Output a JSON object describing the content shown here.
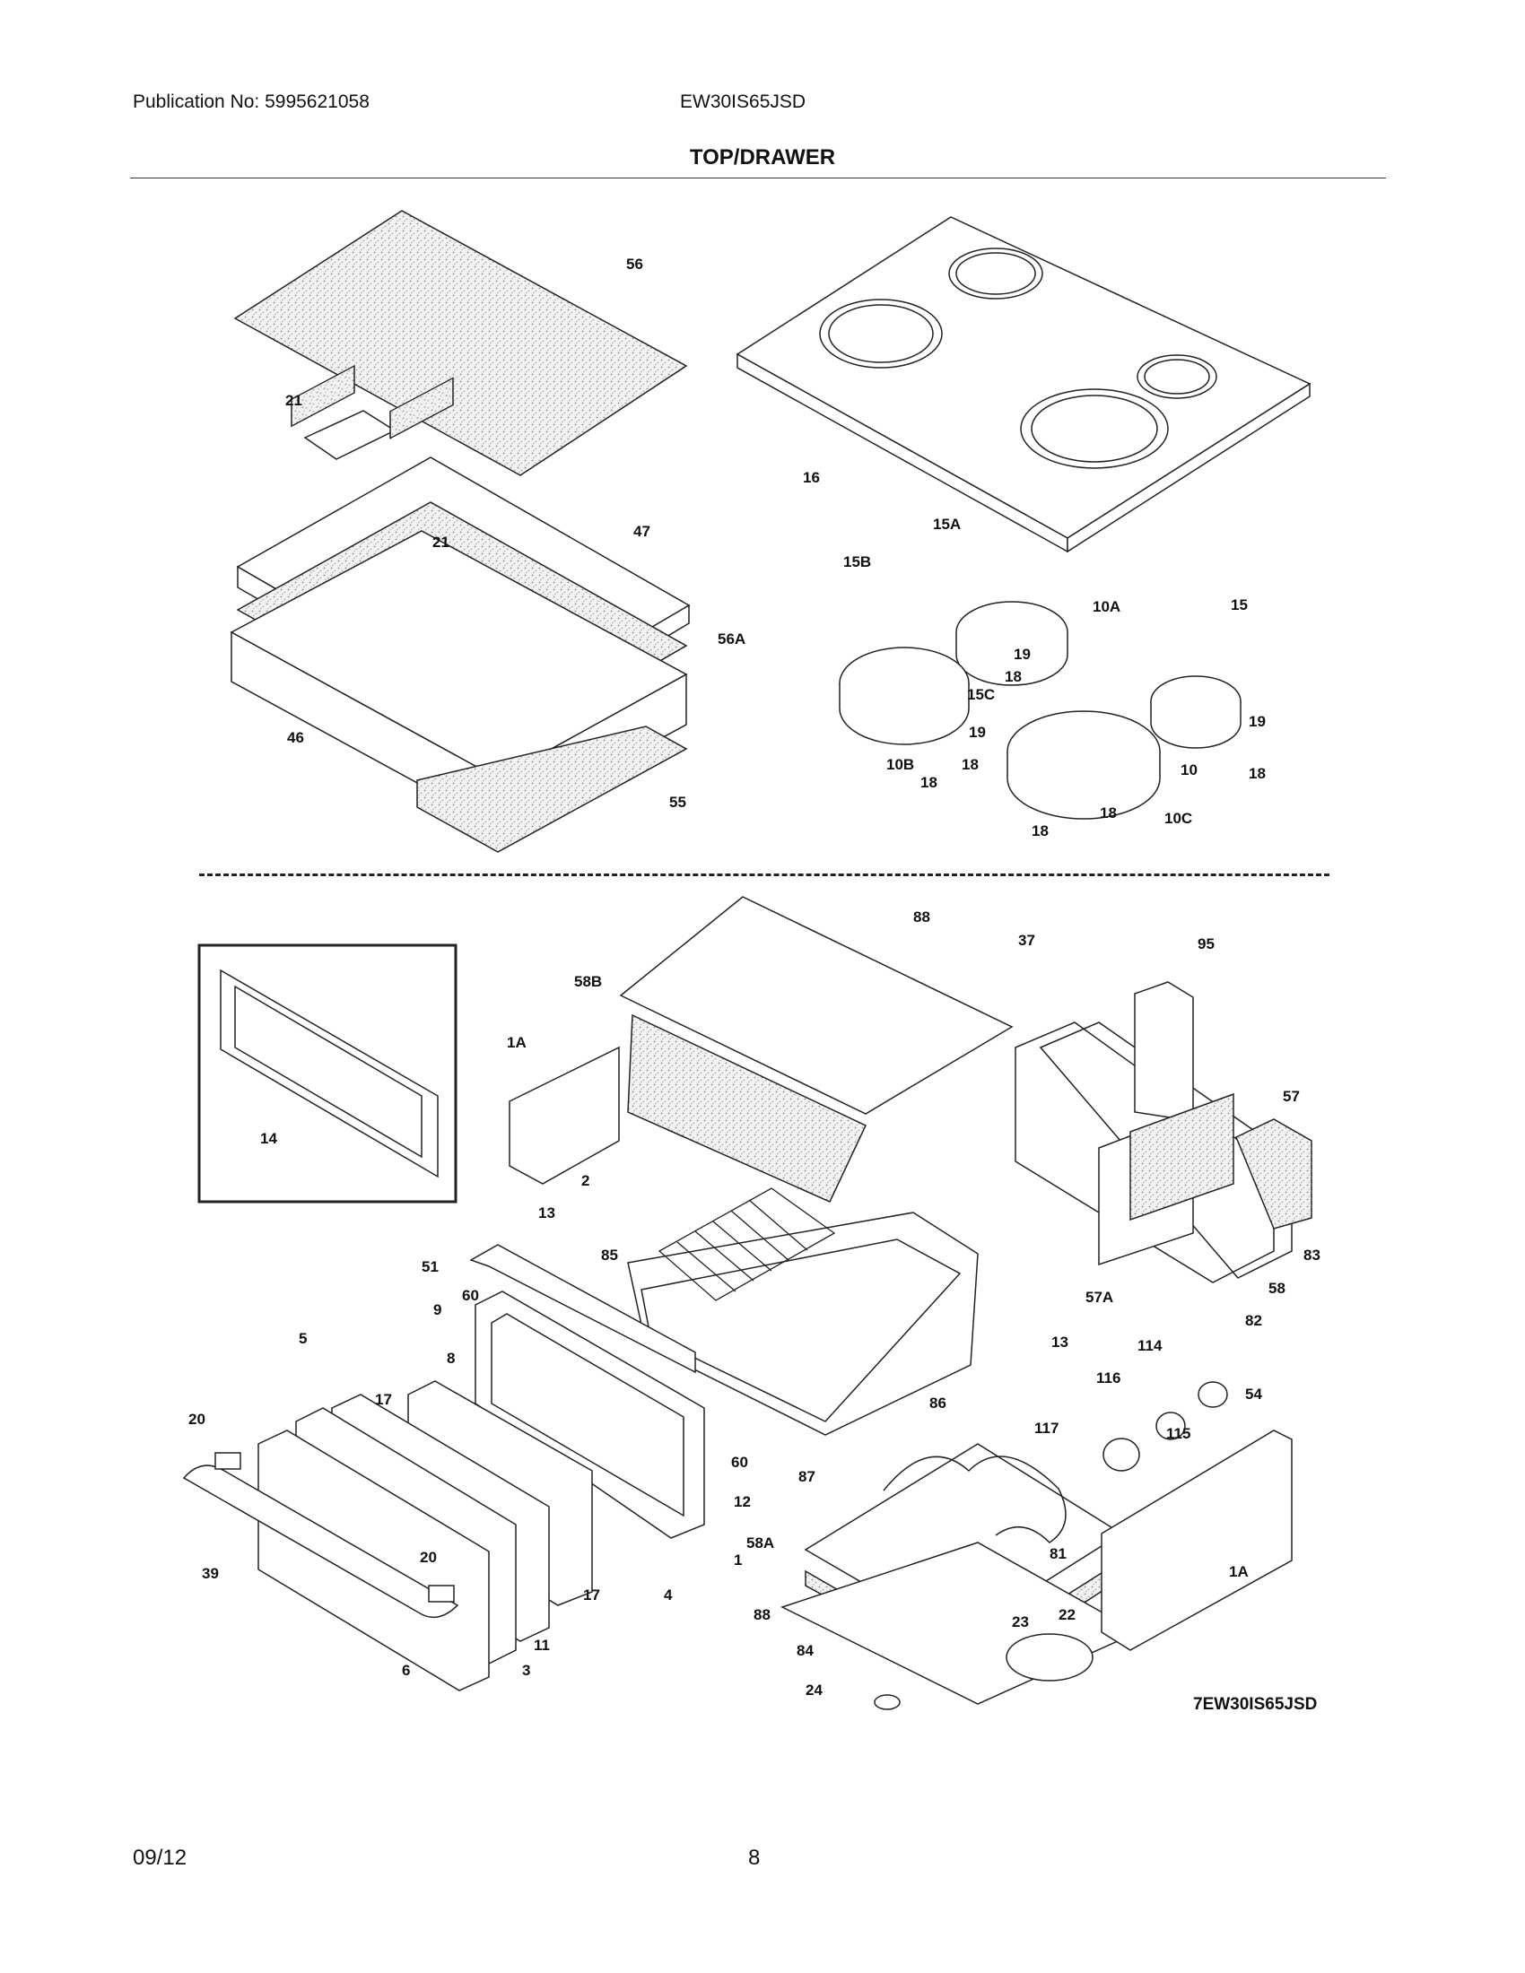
{
  "header": {
    "publication": "Publication No: 5995621058",
    "model": "EW30IS65JSD",
    "section_title": "TOP/DRAWER"
  },
  "footer": {
    "date": "09/12",
    "page_number": "8"
  },
  "diagram": {
    "drawing_code": "7EW30IS65JSD",
    "callouts_top": [
      "56",
      "21",
      "21",
      "47",
      "56A",
      "46",
      "55",
      "16",
      "15A",
      "15B",
      "10A",
      "15",
      "19",
      "18",
      "15C",
      "19",
      "19",
      "18",
      "18",
      "10B",
      "10",
      "18",
      "10C",
      "18",
      "18"
    ],
    "callouts_bottom": [
      "88",
      "58B",
      "1A",
      "37",
      "95",
      "57",
      "14",
      "2",
      "13",
      "83",
      "51",
      "85",
      "58",
      "60",
      "57A",
      "9",
      "82",
      "13",
      "5",
      "8",
      "114",
      "17",
      "116",
      "54",
      "20",
      "60",
      "86",
      "115",
      "117",
      "12",
      "87",
      "39",
      "20",
      "1",
      "58A",
      "81",
      "1A",
      "17",
      "4",
      "11",
      "88",
      "23",
      "22",
      "6",
      "3",
      "84",
      "24"
    ]
  }
}
